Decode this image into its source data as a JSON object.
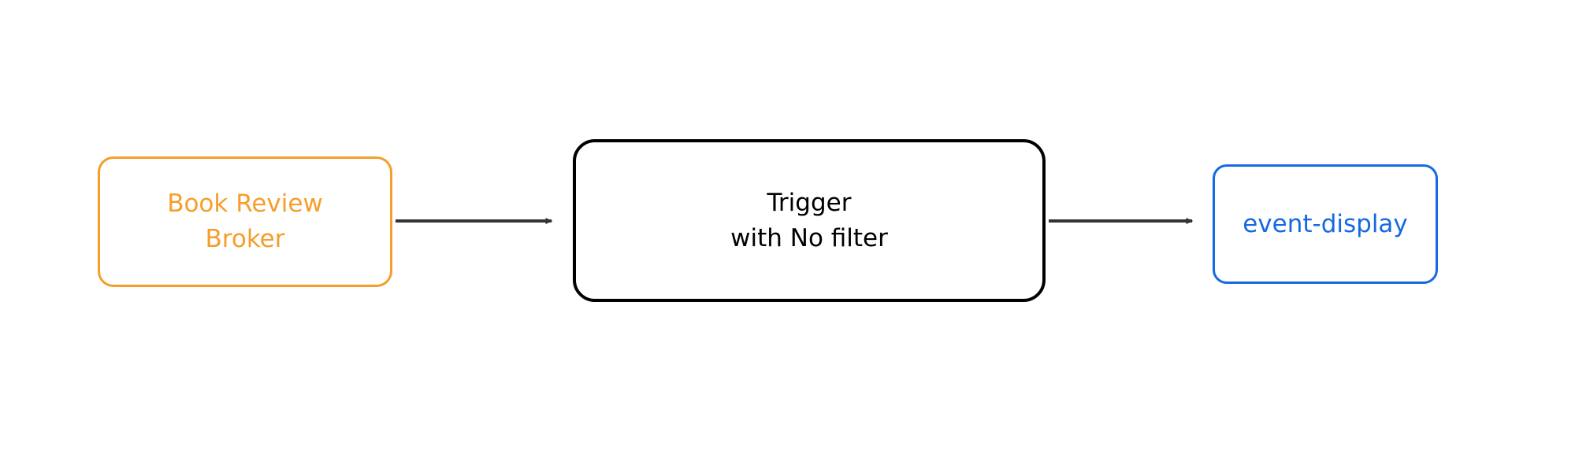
{
  "diagram": {
    "type": "flowchart",
    "direction": "left-to-right",
    "background_color": "#ffffff",
    "edge_color": "#333333",
    "nodes": [
      {
        "id": "book-review-broker",
        "label": "Book Review\nBroker",
        "color": "#F59E2B",
        "shape": "rounded-rectangle"
      },
      {
        "id": "trigger-no-filter",
        "label": "Trigger\nwith No filter",
        "color": "#000000",
        "shape": "rounded-rectangle"
      },
      {
        "id": "event-display",
        "label": "event-display",
        "color": "#1669E0",
        "shape": "rounded-rectangle"
      }
    ],
    "edges": [
      {
        "from": "book-review-broker",
        "to": "trigger-no-filter",
        "label": ""
      },
      {
        "from": "trigger-no-filter",
        "to": "event-display",
        "label": ""
      }
    ]
  }
}
